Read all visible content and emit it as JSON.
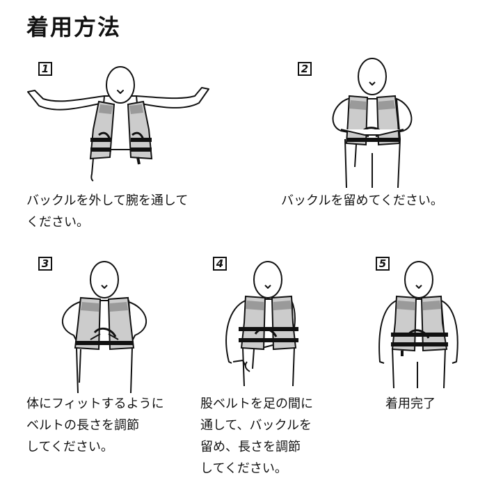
{
  "title": "着用方法",
  "colors": {
    "vest": "#cccccc",
    "vest_trim": "#9a9a9a",
    "belt": "#111111",
    "line": "#111111"
  },
  "steps": [
    {
      "number": "1",
      "lines": [
        "バックルを外して腕を通して",
        "ください。"
      ]
    },
    {
      "number": "2",
      "lines": [
        "バックルを留めてください。"
      ]
    },
    {
      "number": "3",
      "lines": [
        "体にフィットするように",
        "ベルトの長さを調節",
        "してください。"
      ]
    },
    {
      "number": "4",
      "lines": [
        "股ベルトを足の間に",
        "通して、バックルを",
        "留め、長さを調節",
        "してください。"
      ]
    },
    {
      "number": "5",
      "lines": [
        "着用完了"
      ]
    }
  ]
}
